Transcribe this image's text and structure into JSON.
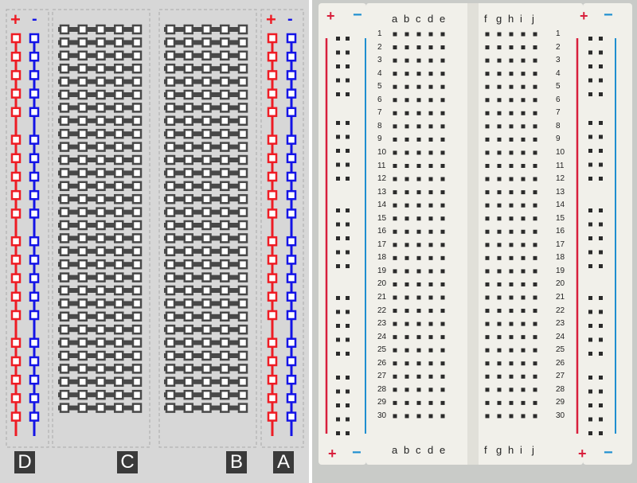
{
  "diagram": {
    "rail_plus_symbol": "+",
    "rail_minus_symbol": "-",
    "section_labels": [
      "D",
      "C",
      "B",
      "A"
    ],
    "colors": {
      "positive_rail": "#ee1c24",
      "negative_rail": "#1414e6",
      "terminal_strip": "#484848",
      "background": "#d7d7d7",
      "dashed_border": "#a9a9a9"
    }
  },
  "photo": {
    "column_letters_left": [
      "a",
      "b",
      "c",
      "d",
      "e"
    ],
    "column_letters_right": [
      "f",
      "g",
      "h",
      "i",
      "j"
    ],
    "row_numbers": [
      "1",
      "2",
      "3",
      "4",
      "5",
      "6",
      "7",
      "8",
      "9",
      "10",
      "11",
      "12",
      "13",
      "14",
      "15",
      "16",
      "17",
      "18",
      "19",
      "20",
      "21",
      "22",
      "23",
      "24",
      "25",
      "26",
      "27",
      "28",
      "29",
      "30"
    ],
    "rail_plus_symbol": "+",
    "rail_minus_symbol": "−",
    "colors": {
      "board": "#f1f0ea",
      "hole": "#2b2b2b",
      "red_line": "#d81f3c",
      "blue_line": "#1f8fd0"
    }
  }
}
